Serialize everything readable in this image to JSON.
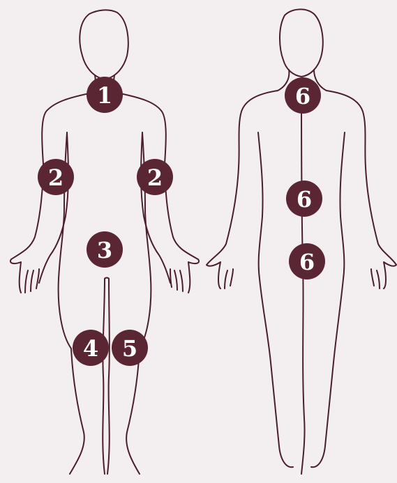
{
  "colors": {
    "background": "#f3eeef",
    "outline": "#4a1f2b",
    "marker_fill": "#5a2634",
    "marker_text": "#ffffff"
  },
  "figures": {
    "front": {
      "view": "front"
    },
    "back": {
      "view": "back"
    }
  },
  "markers": [
    {
      "id": "m1",
      "label": "1"
    },
    {
      "id": "m2a",
      "label": "2"
    },
    {
      "id": "m2b",
      "label": "2"
    },
    {
      "id": "m3",
      "label": "3"
    },
    {
      "id": "m4",
      "label": "4"
    },
    {
      "id": "m5",
      "label": "5"
    },
    {
      "id": "m6a",
      "label": "6"
    },
    {
      "id": "m6b",
      "label": "6"
    },
    {
      "id": "m6c",
      "label": "6"
    }
  ]
}
